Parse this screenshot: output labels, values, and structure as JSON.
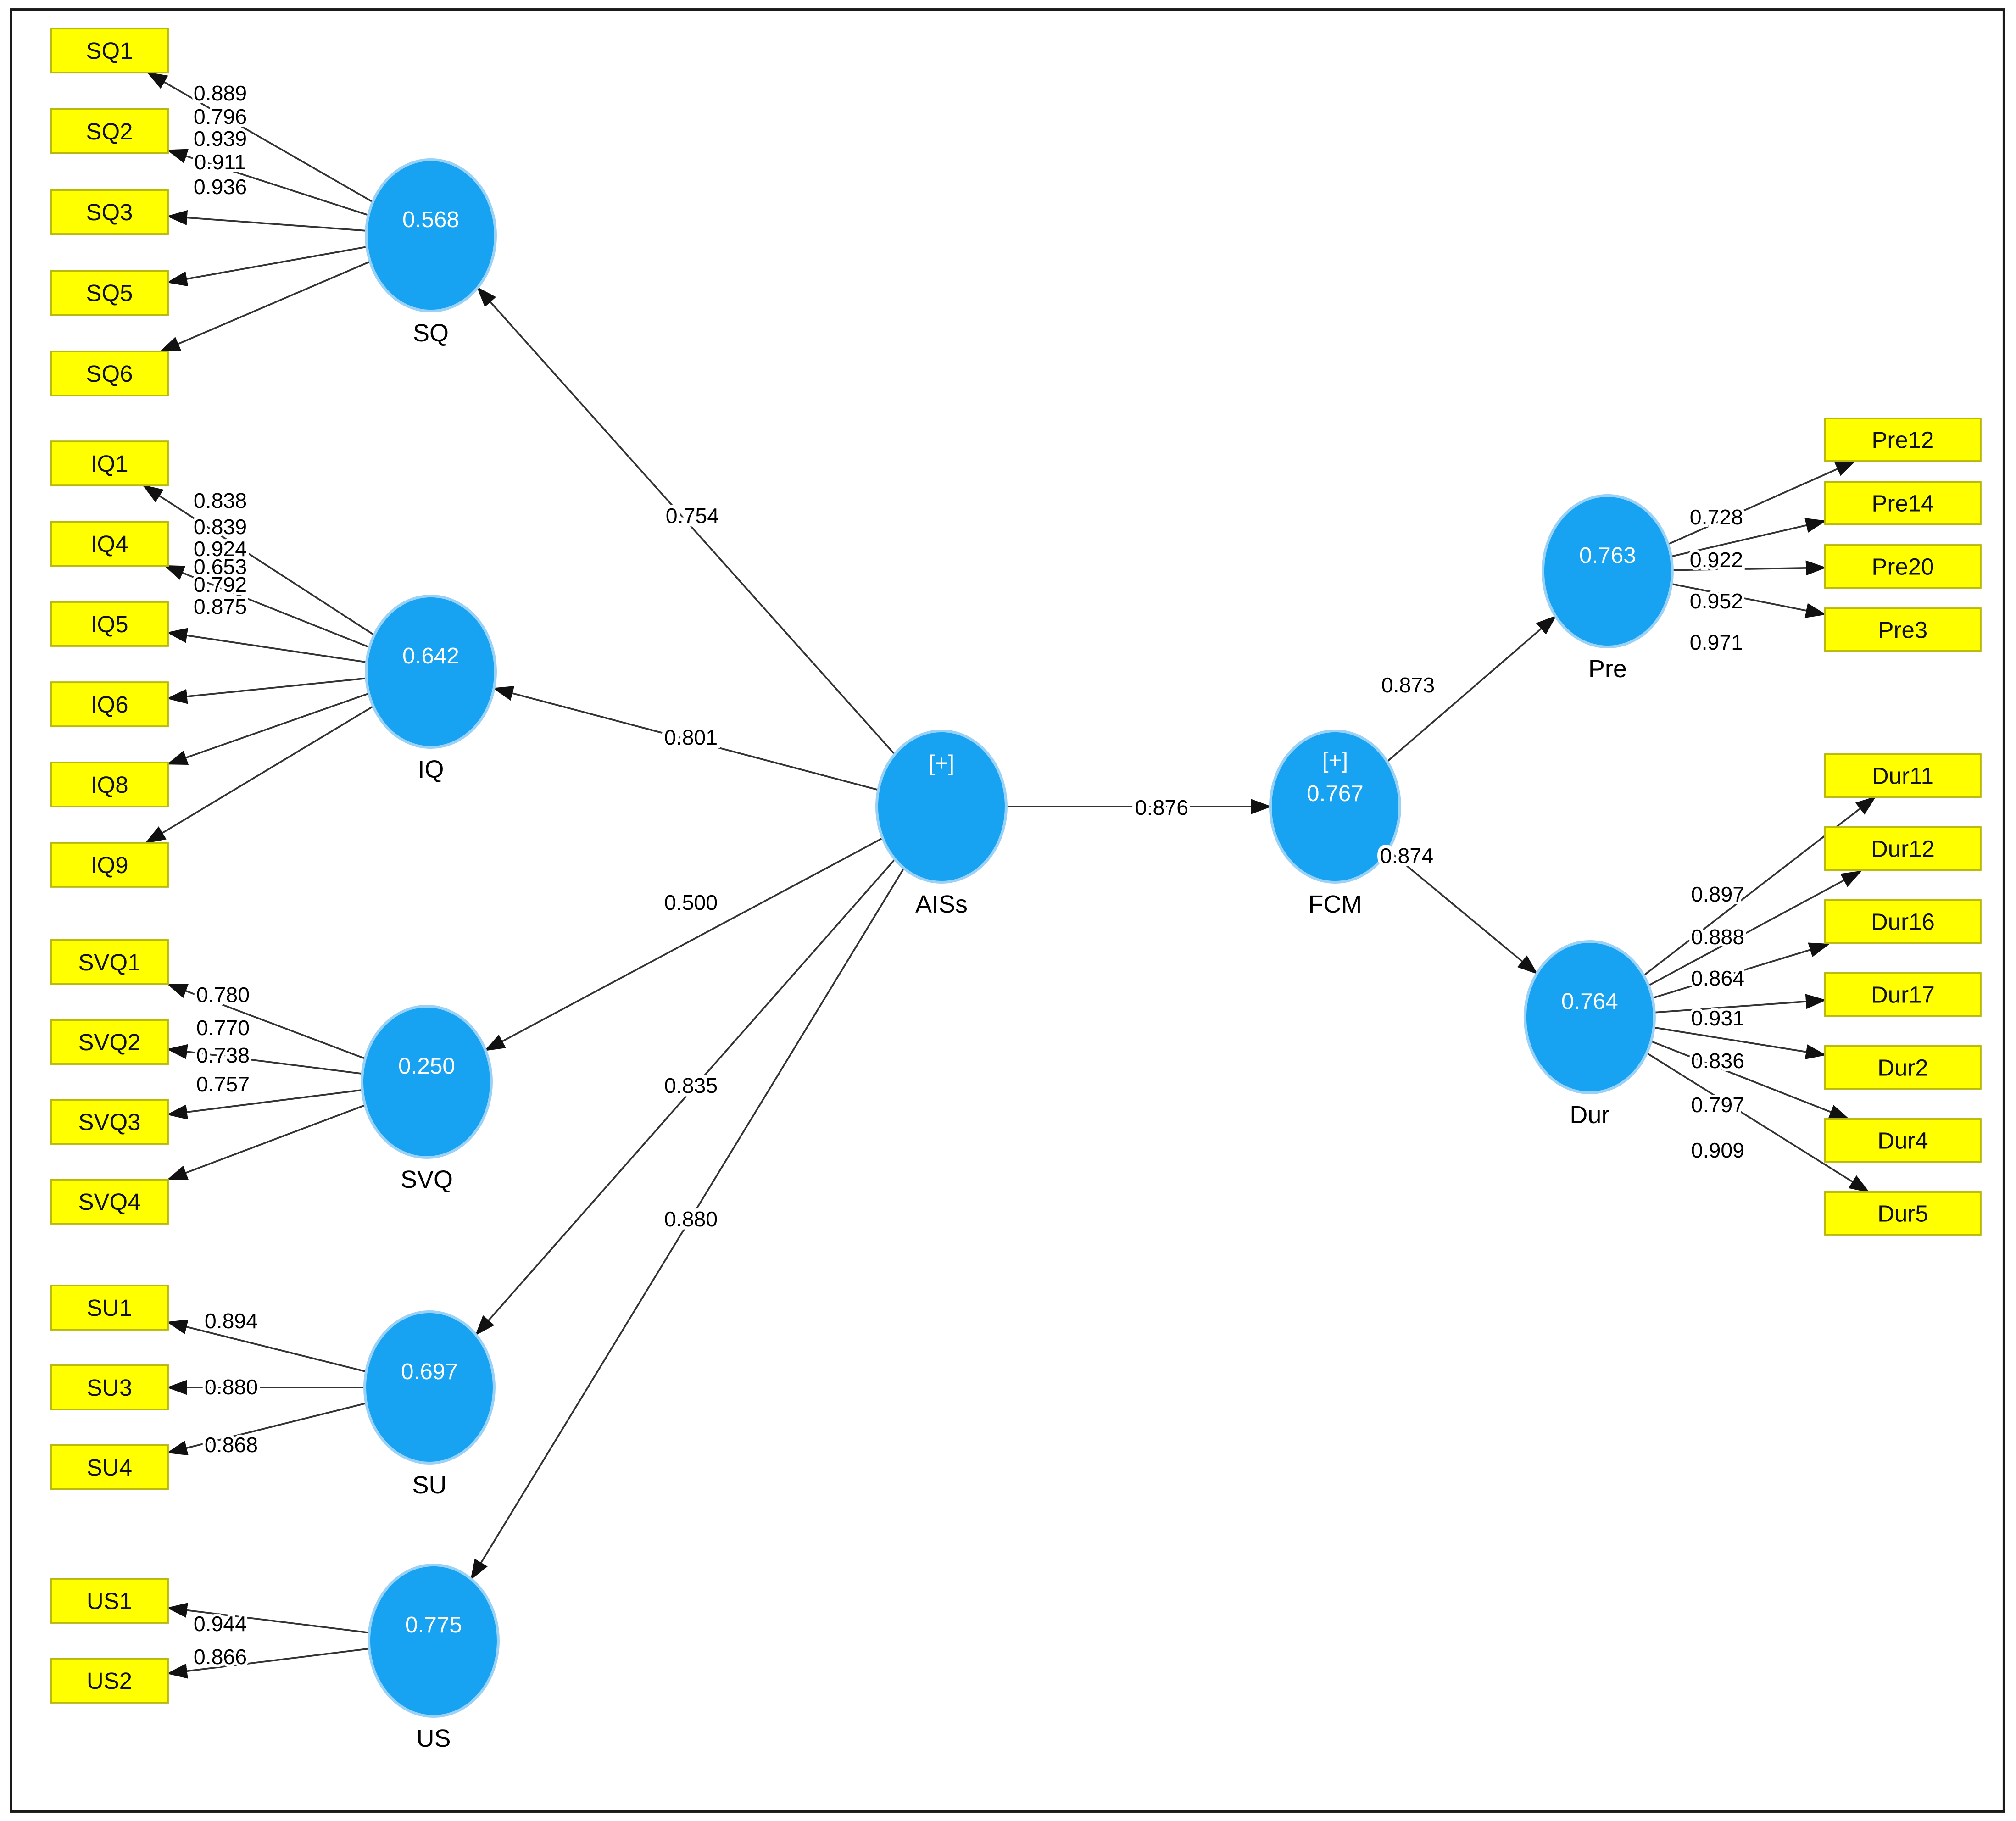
{
  "colors": {
    "construct_fill": "#18a2f2",
    "indicator_fill": "#ffff00"
  },
  "model": {
    "sq": {
      "label": "SQ",
      "value": "0.568",
      "indicators": [
        "SQ1",
        "SQ2",
        "SQ3",
        "SQ5",
        "SQ6"
      ],
      "loadings": [
        "0.889",
        "0.796",
        "0.939",
        "0.911",
        "0.936"
      ]
    },
    "iq": {
      "label": "IQ",
      "value": "0.642",
      "indicators": [
        "IQ1",
        "IQ4",
        "IQ5",
        "IQ6",
        "IQ8",
        "IQ9"
      ],
      "loadings": [
        "0.838",
        "0.839",
        "0.924",
        "0.653",
        "0.792",
        "0.875"
      ]
    },
    "svq": {
      "label": "SVQ",
      "value": "0.250",
      "indicators": [
        "SVQ1",
        "SVQ2",
        "SVQ3",
        "SVQ4"
      ],
      "loadings": [
        "0.780",
        "0.770",
        "0.738",
        "0.757"
      ]
    },
    "su": {
      "label": "SU",
      "value": "0.697",
      "indicators": [
        "SU1",
        "SU3",
        "SU4"
      ],
      "loadings": [
        "0.894",
        "0.880",
        "0.868"
      ]
    },
    "us": {
      "label": "US",
      "value": "0.775",
      "indicators": [
        "US1",
        "US2"
      ],
      "loadings": [
        "0.944",
        "0.866"
      ]
    },
    "aiss": {
      "label": "AISs",
      "plus": "[+]"
    },
    "fcm": {
      "label": "FCM",
      "plus": "[+]",
      "value": "0.767"
    },
    "pre": {
      "label": "Pre",
      "value": "0.763",
      "indicators": [
        "Pre12",
        "Pre14",
        "Pre20",
        "Pre3"
      ],
      "loadings": [
        "0.728",
        "0.922",
        "0.952",
        "0.971"
      ]
    },
    "dur": {
      "label": "Dur",
      "value": "0.764",
      "indicators": [
        "Dur11",
        "Dur12",
        "Dur16",
        "Dur17",
        "Dur2",
        "Dur4",
        "Dur5"
      ],
      "loadings": [
        "0.897",
        "0.888",
        "0.864",
        "0.931",
        "0.836",
        "0.797",
        "0.909"
      ]
    },
    "paths": {
      "aiss_sq": "0.754",
      "aiss_iq": "0.801",
      "aiss_svq": "0.500",
      "aiss_su": "0.835",
      "aiss_us": "0.880",
      "aiss_fcm": "0.876",
      "fcm_pre": "0.873",
      "fcm_dur": "0.874"
    }
  }
}
